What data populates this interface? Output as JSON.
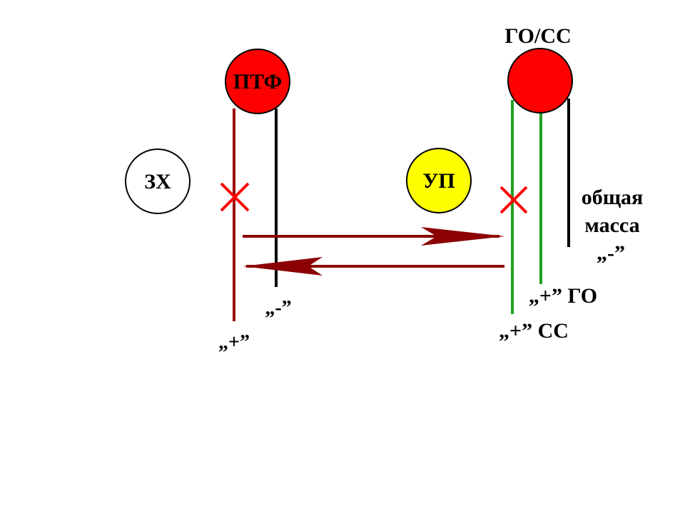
{
  "nodes": {
    "ptf": {
      "label": "ПТФ",
      "fill": "#ff0000"
    },
    "go_ss": {
      "label": "ГО/СС",
      "fill": "#ff0000"
    },
    "zx": {
      "label": "ЗХ",
      "fill": "#ffffff"
    },
    "up": {
      "label": "УП",
      "fill": "#ffff00"
    }
  },
  "terminals": {
    "ptf_plus": "„+”",
    "ptf_minus": "„-”",
    "ss_plus": "„+” СС",
    "go_plus": "„+” ГО",
    "ground_line1": "общая",
    "ground_line2": "масса",
    "ground_line3": "„-”"
  },
  "colors": {
    "wire_plus": "#990000",
    "wire_minus": "#000000",
    "wire_green": "#22a022",
    "cross": "#ff0000",
    "arrow": "#8b0000"
  }
}
